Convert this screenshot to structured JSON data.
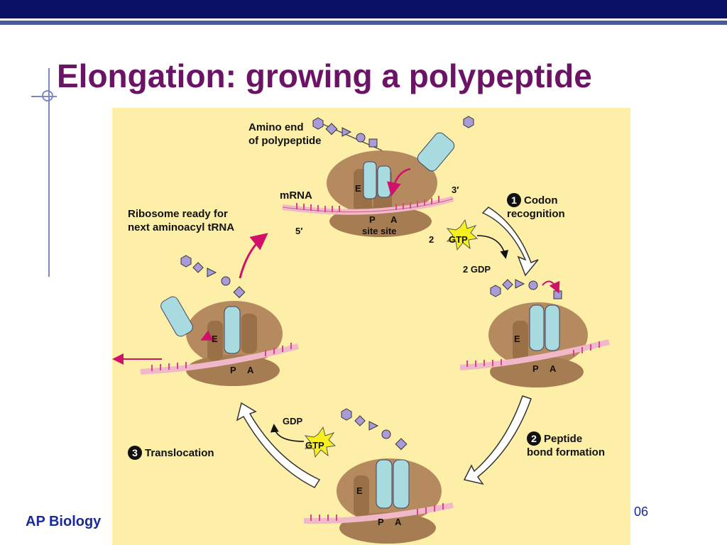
{
  "slide": {
    "title": "Elongation: growing a polypeptide",
    "footer": "AP Biology",
    "page_number_fragment": "06"
  },
  "figure": {
    "labels": {
      "amino_end_line1": "Amino end",
      "amino_end_line2": "of polypeptide",
      "mrna": "mRNA",
      "three_prime": "3′",
      "five_prime": "5′",
      "p_site": "P",
      "a_site": "A",
      "site_site": "site site",
      "e_site": "E",
      "ribosome_ready_line1": "Ribosome ready for",
      "ribosome_ready_line2": "next aminoacyl tRNA",
      "gtp_count": "2",
      "gtp": "GTP",
      "gdp_count_label": "2 GDP",
      "gdp": "GDP"
    },
    "steps": [
      {
        "number": "1",
        "line1": "Codon",
        "line2": "recognition"
      },
      {
        "number": "2",
        "line1": "Peptide",
        "line2": "bond formation"
      },
      {
        "number": "3",
        "line1": "Translocation",
        "line2": ""
      }
    ],
    "colors": {
      "background": "#fdeea8",
      "ribosome": "#b48a5e",
      "trna": "#a8dbe0",
      "mrna": "#f0b8c8",
      "arrow_magenta": "#d0106a",
      "gtp": "#f6f020"
    }
  }
}
